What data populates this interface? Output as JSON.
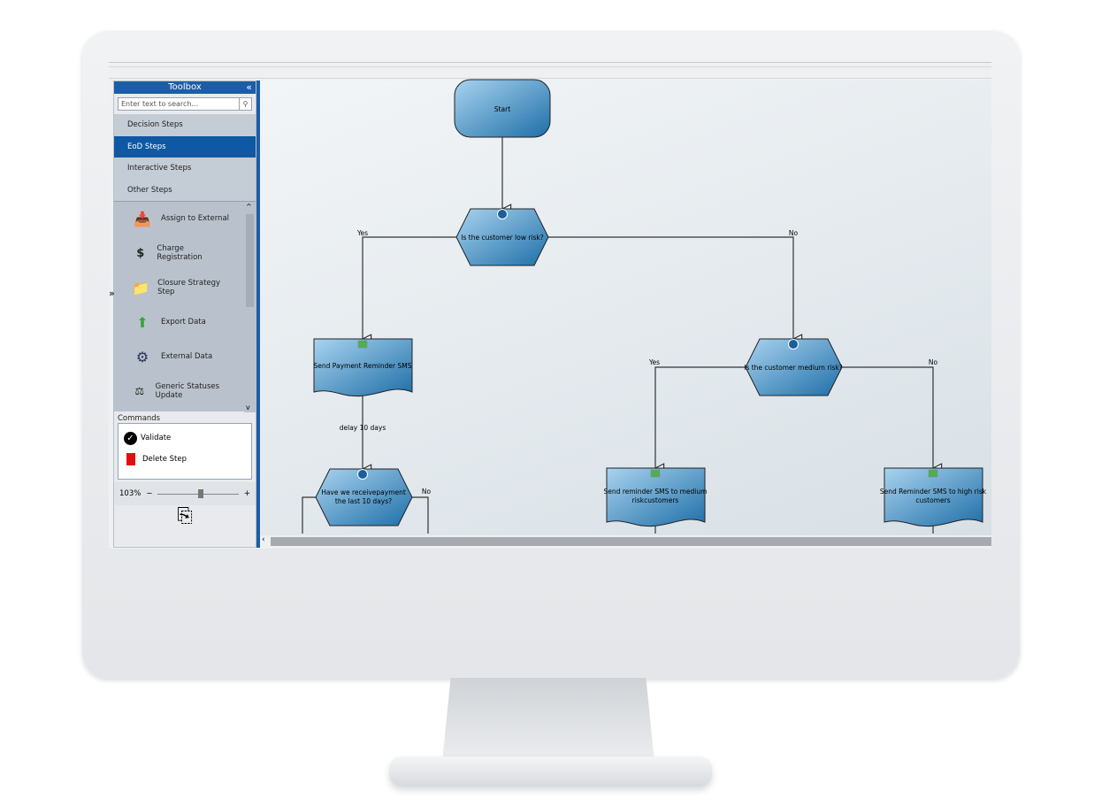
{
  "toolbox": {
    "title": "Toolbox",
    "collapse_icon": "double-chevron-left",
    "search_placeholder": "Enter text to search...",
    "categories": [
      {
        "label": "Decision Steps"
      },
      {
        "label": "EoD Steps",
        "selected": true
      },
      {
        "label": "Interactive Steps"
      },
      {
        "label": "Other Steps"
      }
    ],
    "items": [
      {
        "label": "Assign to External",
        "icon": "box-arrow-icon"
      },
      {
        "label": "Charge Registration",
        "icon": "dollar-share-icon"
      },
      {
        "label": "Closure Strategy Step",
        "icon": "folder-x-icon"
      },
      {
        "label": "Export Data",
        "icon": "up-arrow-icon"
      },
      {
        "label": "External Data",
        "icon": "truck-gear-icon"
      },
      {
        "label": "Generic Statuses Update",
        "icon": "gavel-icon"
      }
    ]
  },
  "commands": {
    "title": "Commands",
    "validate": "Validate",
    "delete": "Delete Step"
  },
  "zoom": {
    "level": "103%",
    "value": 103
  },
  "diagram": {
    "start": "Start",
    "d1": "Is the customer low risk?",
    "d1_yes": "Yes",
    "d1_no": "No",
    "s1": "Send Payment Reminder SMS",
    "delay": "delay 10 days",
    "d3_l1": "Have we receivepayment",
    "d3_l2": "the last 10 days?",
    "d3_no": "No",
    "d2": "Is the customer medium risk?",
    "d2_yes": "Yes",
    "d2_no": "No",
    "s2_l1": "Send reminder SMS to medium",
    "s2_l2": "riskcustomers",
    "s3_l1": "Send Reminder SMS to high risk",
    "s3_l2": "customers"
  },
  "colors": {
    "accent": "#1c5ea6",
    "node": "#3f8fc6"
  }
}
